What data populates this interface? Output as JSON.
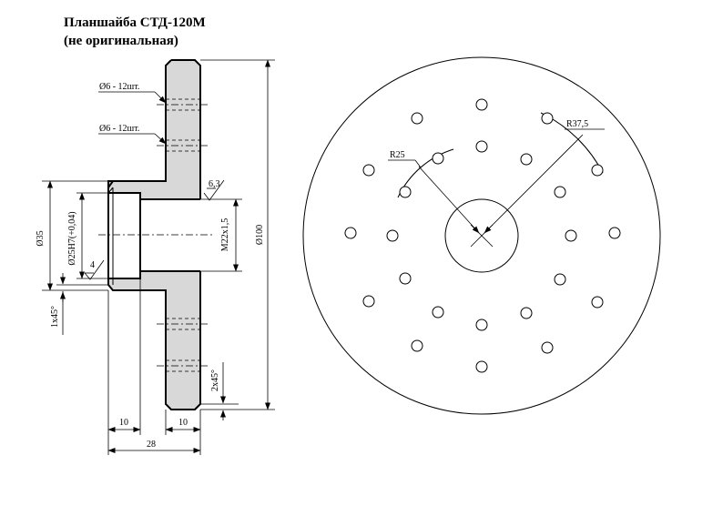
{
  "title": {
    "line1": "Планшайба СТД-120М",
    "line2": "(не оригинальная)"
  },
  "dimensions": {
    "hole_a": "Ø6 - 12шт.",
    "hole_b": "Ø6 - 12шт.",
    "roughness_top": "6,3",
    "roughness_bottom": "4",
    "dia_35": "Ø35",
    "dia_25": "Ø25H7(+0,04)",
    "thread": "M22x1,5",
    "dia_100": "Ø100",
    "chamfer_left": "1x45°",
    "chamfer_right": "2x45°",
    "len_10_left": "10",
    "len_10_right": "10",
    "len_28": "28",
    "radius_25": "R25",
    "radius_37": "R37,5"
  }
}
